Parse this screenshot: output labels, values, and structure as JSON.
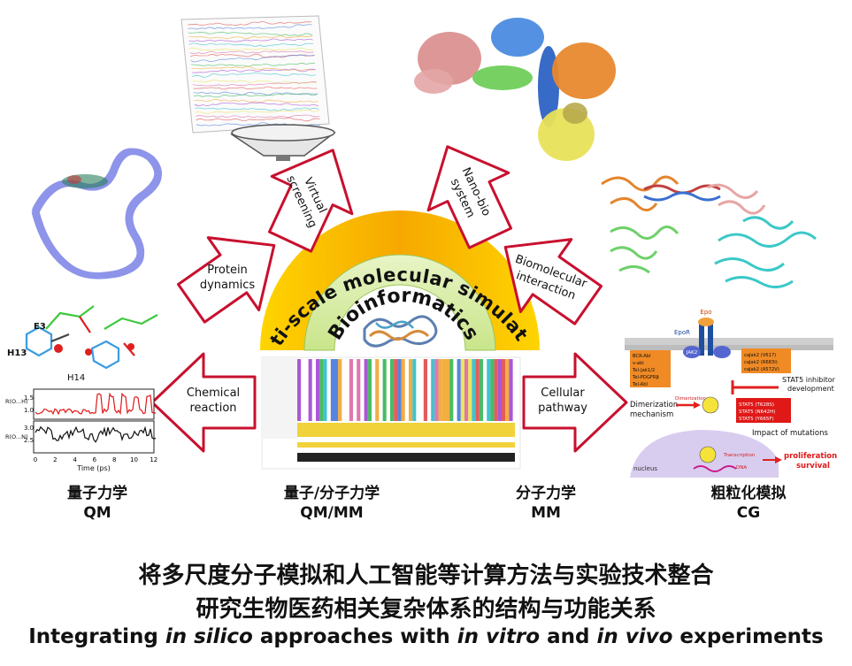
{
  "center": {
    "arc_title": "Multi-scale molecular simulations",
    "inner_title": "Bioinformatics"
  },
  "arrows": [
    {
      "id": "chemical-reaction",
      "lines": [
        "Chemical",
        "reaction"
      ]
    },
    {
      "id": "protein-dynamics",
      "lines": [
        "Protein",
        "dynamics"
      ]
    },
    {
      "id": "virtual-screening",
      "lines": [
        "Virtual",
        "screening"
      ]
    },
    {
      "id": "nano-bio-system",
      "lines": [
        "Nano-bio",
        "system"
      ]
    },
    {
      "id": "biomolecular-interaction",
      "lines": [
        "Biomolecular",
        "interaction"
      ]
    },
    {
      "id": "cellular-pathway",
      "lines": [
        "Cellular",
        "pathway"
      ]
    }
  ],
  "qm_panel": {
    "labels": [
      "E3",
      "H13",
      "H14"
    ],
    "y_label_top": "R(O...H)",
    "y_label_bottom": "R(O...N)",
    "x_label": "Time (ps)",
    "x_ticks": [
      "0",
      "2",
      "4",
      "6",
      "8",
      "10",
      "12"
    ],
    "y_ticks_top": [
      "1.5",
      "1.0"
    ],
    "y_ticks_bottom": [
      "3.0",
      "2.5"
    ]
  },
  "pathway_panel": {
    "epo": "Epo",
    "epor": "EpoR",
    "jak2": "JAK2",
    "box_left": [
      "BCR-Abl",
      "v-abl",
      "Tel-Jak1/2",
      "Tel-PDGFRβ",
      "Tel-Abl"
    ],
    "box_right": [
      "caJak2 (V617)",
      "caJak2 (R683I)",
      "caJak2 (A572V)"
    ],
    "box_stat": [
      "STAT5 (T628S)",
      "STAT5 (N642H)",
      "STAT5 (Y665F)"
    ],
    "inhibitor": "STAT5 inhibitor development",
    "dimerization_label": "Dimerization mechanism",
    "dimerization_arrow": "Dimerization",
    "impact": "Impact of mutations",
    "nucleus": "nucleus",
    "transcription": "Transcription",
    "dna": "DNA",
    "outcome": "proliferation survival"
  },
  "scales": [
    {
      "cn": "量子力学",
      "en": "QM"
    },
    {
      "cn": "量子/分子力学",
      "en": "QM/MM"
    },
    {
      "cn": "分子力学",
      "en": "MM"
    },
    {
      "cn": "粗粒化模拟",
      "en": "CG"
    }
  ],
  "footer": {
    "line1": "将多尺度分子模拟和人工智能等计算方法与实验技术整合",
    "line2": "研究生物医药相关复杂体系的结构与功能关系",
    "line3_parts": [
      "Integrating ",
      "in silico",
      " approaches with ",
      "in vitro",
      " and ",
      "in vivo",
      " experiments"
    ]
  },
  "colors": {
    "arrow_stroke": "#c8102e",
    "arc_yellow": "#f5c400",
    "arc_inner": "#d9eea6",
    "protein_blue": "#4f5fd8",
    "protein_cyan": "#3cc8c8"
  }
}
